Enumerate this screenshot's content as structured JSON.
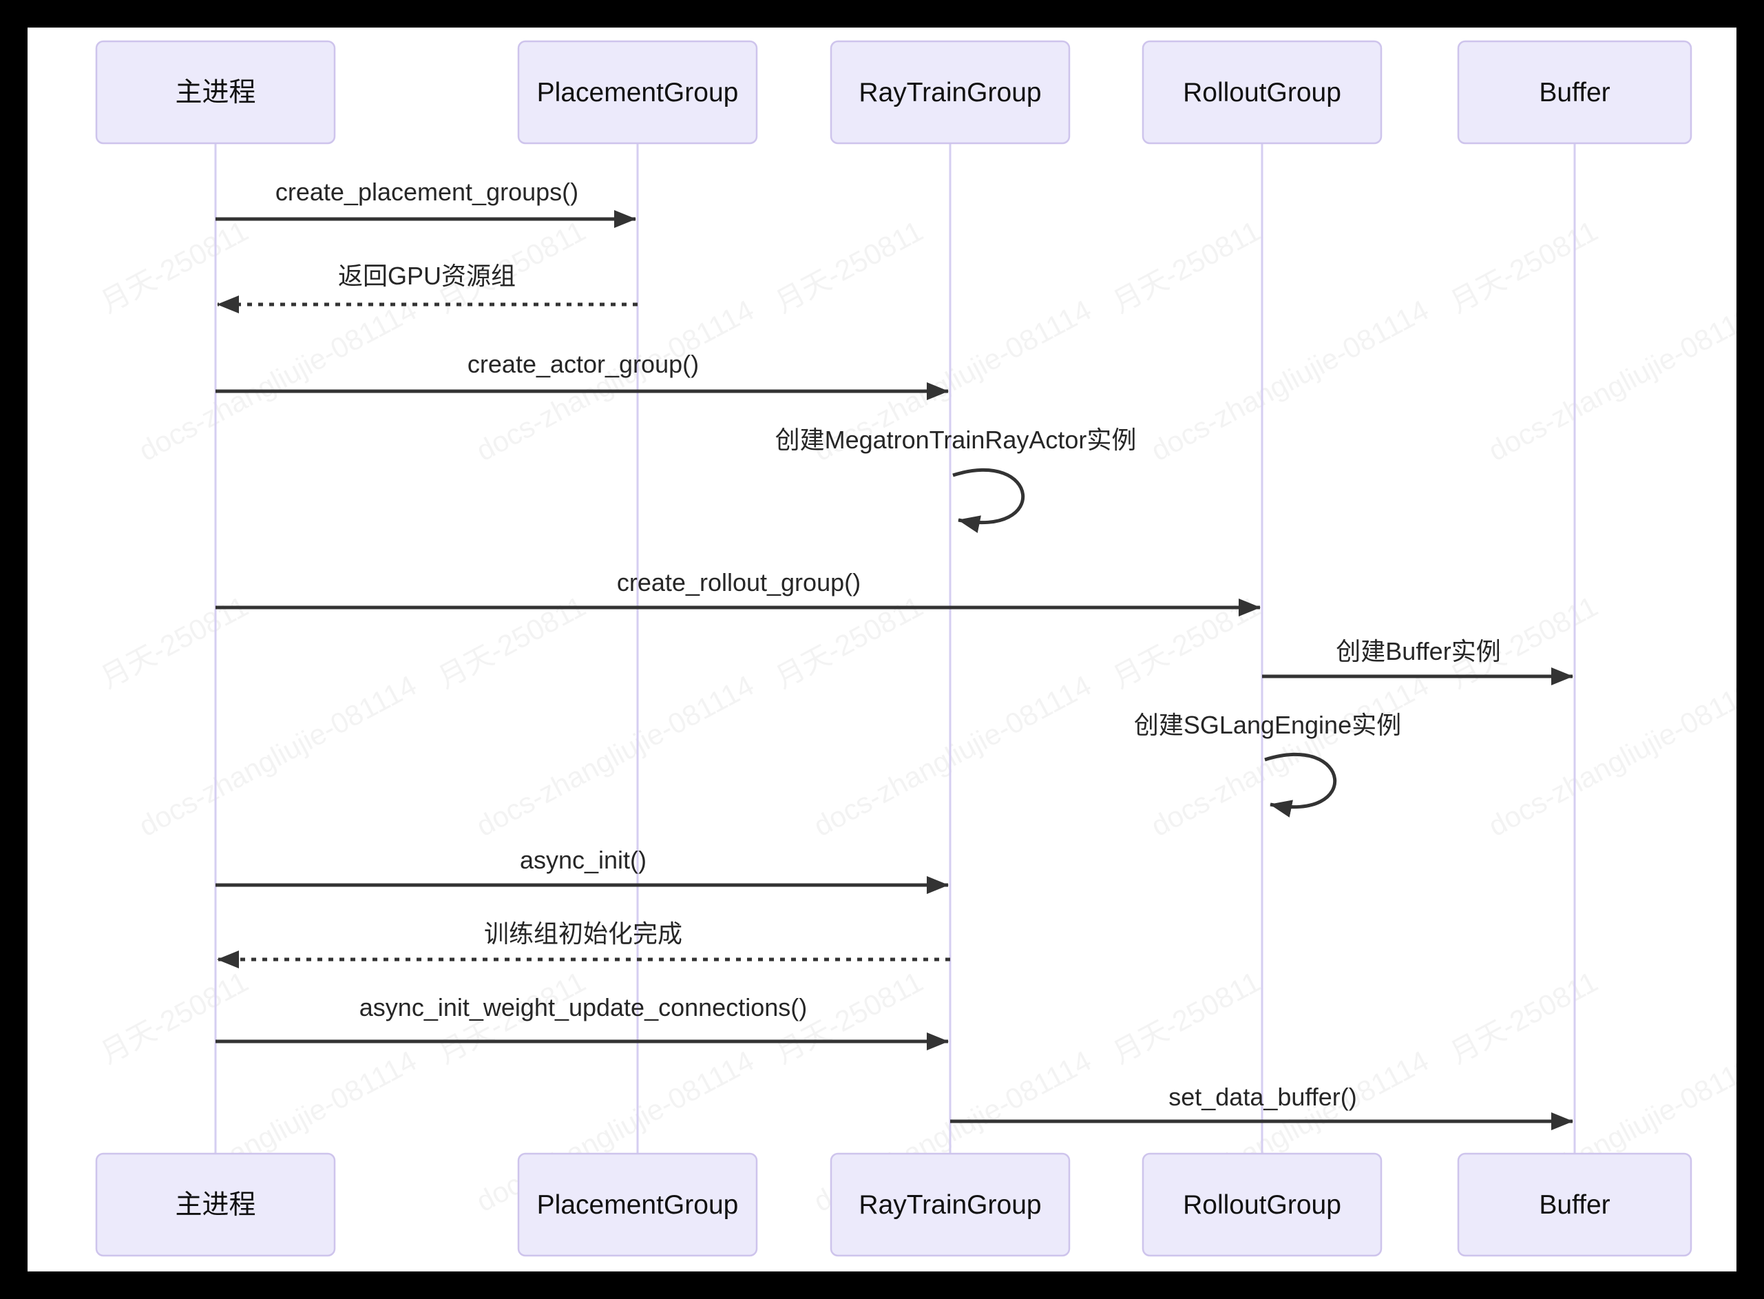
{
  "diagram": {
    "type": "sequence",
    "participants": [
      {
        "id": "main-process",
        "label": "主进程"
      },
      {
        "id": "placement-group",
        "label": "PlacementGroup"
      },
      {
        "id": "ray-train-group",
        "label": "RayTrainGroup"
      },
      {
        "id": "rollout-group",
        "label": "RolloutGroup"
      },
      {
        "id": "buffer",
        "label": "Buffer"
      }
    ],
    "messages": [
      {
        "from": "主进程",
        "to": "PlacementGroup",
        "label": "create_placement_groups()",
        "style": "solid"
      },
      {
        "from": "PlacementGroup",
        "to": "主进程",
        "label": "返回GPU资源组",
        "style": "dashed"
      },
      {
        "from": "主进程",
        "to": "RayTrainGroup",
        "label": "create_actor_group()",
        "style": "solid"
      },
      {
        "from": "RayTrainGroup",
        "to": "RayTrainGroup",
        "label": "创建MegatronTrainRayActor实例",
        "style": "self"
      },
      {
        "from": "主进程",
        "to": "RolloutGroup",
        "label": "create_rollout_group()",
        "style": "solid"
      },
      {
        "from": "RolloutGroup",
        "to": "Buffer",
        "label": "创建Buffer实例",
        "style": "solid"
      },
      {
        "from": "RolloutGroup",
        "to": "RolloutGroup",
        "label": "创建SGLangEngine实例",
        "style": "self"
      },
      {
        "from": "主进程",
        "to": "RayTrainGroup",
        "label": "async_init()",
        "style": "solid"
      },
      {
        "from": "RayTrainGroup",
        "to": "主进程",
        "label": "训练组初始化完成",
        "style": "dashed"
      },
      {
        "from": "主进程",
        "to": "RayTrainGroup",
        "label": "async_init_weight_update_connections()",
        "style": "solid"
      },
      {
        "from": "RayTrainGroup",
        "to": "Buffer",
        "label": "set_data_buffer()",
        "style": "solid"
      }
    ],
    "watermarks": {
      "a": "月天-250811",
      "b": "docs-zhangliujie-081114"
    },
    "colors": {
      "frame": "#000000",
      "canvas": "#ffffff",
      "actor_fill": "#ECEAFB",
      "actor_border": "#CEC4EC",
      "lifeline": "#D5CEF1",
      "message": "#333333"
    }
  }
}
